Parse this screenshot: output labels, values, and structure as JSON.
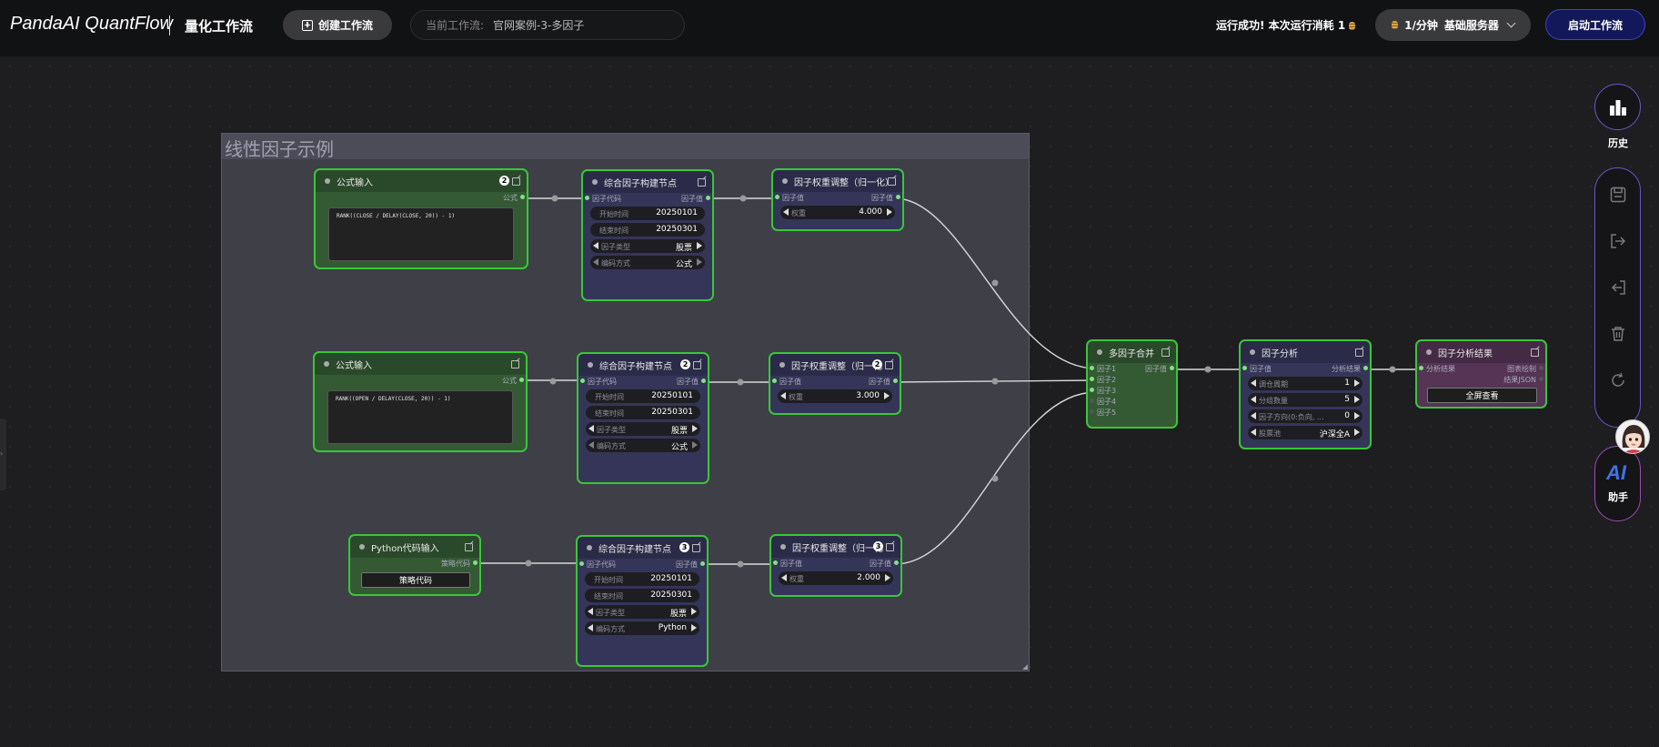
{
  "header": {
    "brand": "PandaAI QuantFlow",
    "subtitle": "量化工作流",
    "create_button": "创建工作流",
    "workflow_label": "当前工作流:",
    "workflow_name": "官网案例-3-多因子",
    "run_status": "运行成功!  本次运行消耗 1",
    "server_rate": "1/分钟",
    "server_name": "基础服务器",
    "start_button": "启动工作流"
  },
  "group": {
    "title": "线性因子示例"
  },
  "formula_nodes": [
    {
      "title": "公式输入",
      "badge": "2",
      "output": "公式",
      "code": "RANK((CLOSE / DELAY(CLOSE, 20)) - 1)"
    },
    {
      "title": "公式输入",
      "badge": "",
      "output": "公式",
      "code": "RANK((OPEN / DELAY(CLOSE, 20)) - 1)"
    }
  ],
  "python_node": {
    "title": "Python代码输入",
    "output": "策略代码",
    "button": "策略代码"
  },
  "build_nodes": [
    {
      "title": "综合因子构建节点",
      "badge": "",
      "in": "因子代码",
      "out": "因子值",
      "start_label": "开始时间",
      "start": "20250101",
      "end_label": "结束时间",
      "end": "20250301",
      "type_label": "因子类型",
      "type": "股票",
      "enc_label": "编码方式",
      "enc": "公式"
    },
    {
      "title": "综合因子构建节点",
      "badge": "2",
      "in": "因子代码",
      "out": "因子值",
      "start_label": "开始时间",
      "start": "20250101",
      "end_label": "结束时间",
      "end": "20250301",
      "type_label": "因子类型",
      "type": "股票",
      "enc_label": "编码方式",
      "enc": "公式"
    },
    {
      "title": "综合因子构建节点",
      "badge": "3",
      "in": "因子代码",
      "out": "因子值",
      "start_label": "开始时间",
      "start": "20250101",
      "end_label": "结束时间",
      "end": "20250301",
      "type_label": "因子类型",
      "type": "股票",
      "enc_label": "编码方式",
      "enc": "Python"
    }
  ],
  "weight_nodes": [
    {
      "title": "因子权重调整（归一化）",
      "badge": "",
      "in": "因子值",
      "out": "因子值",
      "label": "权重",
      "value": "4.000"
    },
    {
      "title": "因子权重调整（归一化",
      "badge": "2",
      "in": "因子值",
      "out": "因子值",
      "label": "权重",
      "value": "3.000"
    },
    {
      "title": "因子权重调整（归一化",
      "badge": "3",
      "in": "因子值",
      "out": "因子值",
      "label": "权重",
      "value": "2.000"
    }
  ],
  "merge_node": {
    "title": "多因子合并",
    "out": "因子值",
    "inputs": [
      "因子1",
      "因子2",
      "因子3",
      "因子4",
      "因子5"
    ]
  },
  "analysis_node": {
    "title": "因子分析",
    "in": "因子值",
    "out": "分析结果",
    "fields": [
      {
        "label": "调仓周期",
        "value": "1"
      },
      {
        "label": "分组数量",
        "value": "5"
      },
      {
        "label": "因子方向(0:负向, ...",
        "value": "0"
      },
      {
        "label": "股票池",
        "value": "沪深全A"
      }
    ]
  },
  "result_node": {
    "title": "因子分析结果",
    "in": "分析结果",
    "out1": "图表绘制",
    "out2": "结果JSON",
    "button": "全屏查看"
  },
  "sidebar": {
    "history": "历史",
    "ai": "AI",
    "assistant": "助手"
  },
  "icons": [
    "plus-square-icon",
    "coin-icon",
    "chevron-down-icon",
    "edit-icon",
    "bar-chart-icon",
    "save-icon",
    "export-icon",
    "import-icon",
    "trash-icon",
    "refresh-icon"
  ],
  "colors": {
    "node_border": "#38c738",
    "accent": "#3b46c9",
    "green_node": "#345a34",
    "blue_node": "#353559",
    "purple_node": "#553455"
  }
}
